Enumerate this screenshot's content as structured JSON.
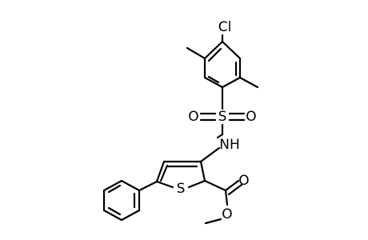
{
  "molecule": {
    "atoms": {
      "chlorine": "Cl",
      "sulfur": "S",
      "sulfonyl_oxygen_left": "O",
      "sulfonyl_oxygen_right": "O",
      "amine_nh": "NH",
      "thiophene_sulfur": "S",
      "carbonyl_oxygen": "O",
      "ester_oxygen": "O"
    }
  }
}
